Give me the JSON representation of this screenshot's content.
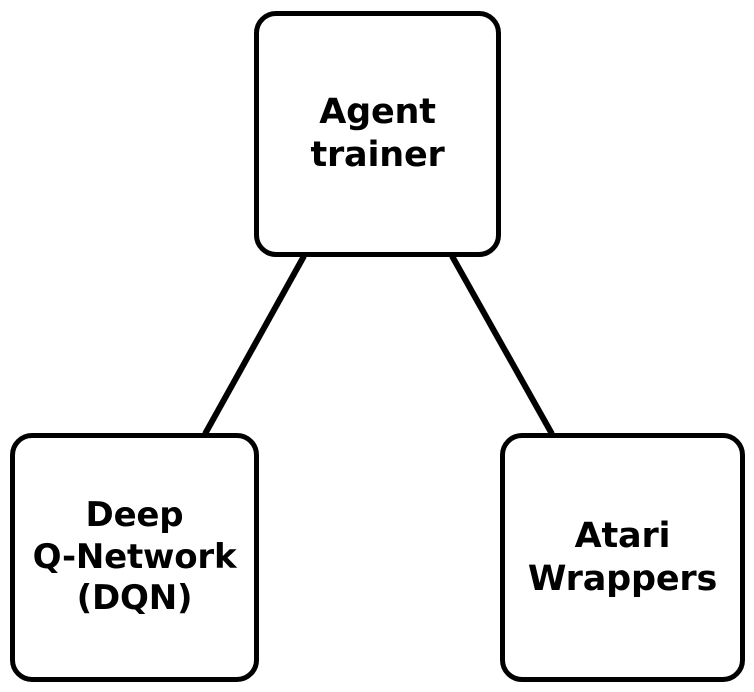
{
  "diagram": {
    "type": "tree",
    "background_color": "#ffffff",
    "stroke_color": "#000000",
    "text_color": "#000000",
    "nodes": [
      {
        "id": "agent-trainer",
        "label": "Agent\ntrainer",
        "lines": [
          "Agent",
          "trainer"
        ]
      },
      {
        "id": "dqn",
        "label": "Deep\nQ-Network\n(DQN)",
        "lines": [
          "Deep",
          "Q-Network",
          "(DQN)"
        ]
      },
      {
        "id": "atari-wrappers",
        "label": "Atari\nWrappers",
        "lines": [
          "Atari",
          "Wrappers"
        ]
      }
    ],
    "edges": [
      {
        "id": "edge-agent-trainer-to-dqn",
        "from": "agent-trainer",
        "to": "dqn"
      },
      {
        "id": "edge-agent-trainer-to-atari-wrappers",
        "from": "agent-trainer",
        "to": "atari-wrappers"
      }
    ]
  }
}
